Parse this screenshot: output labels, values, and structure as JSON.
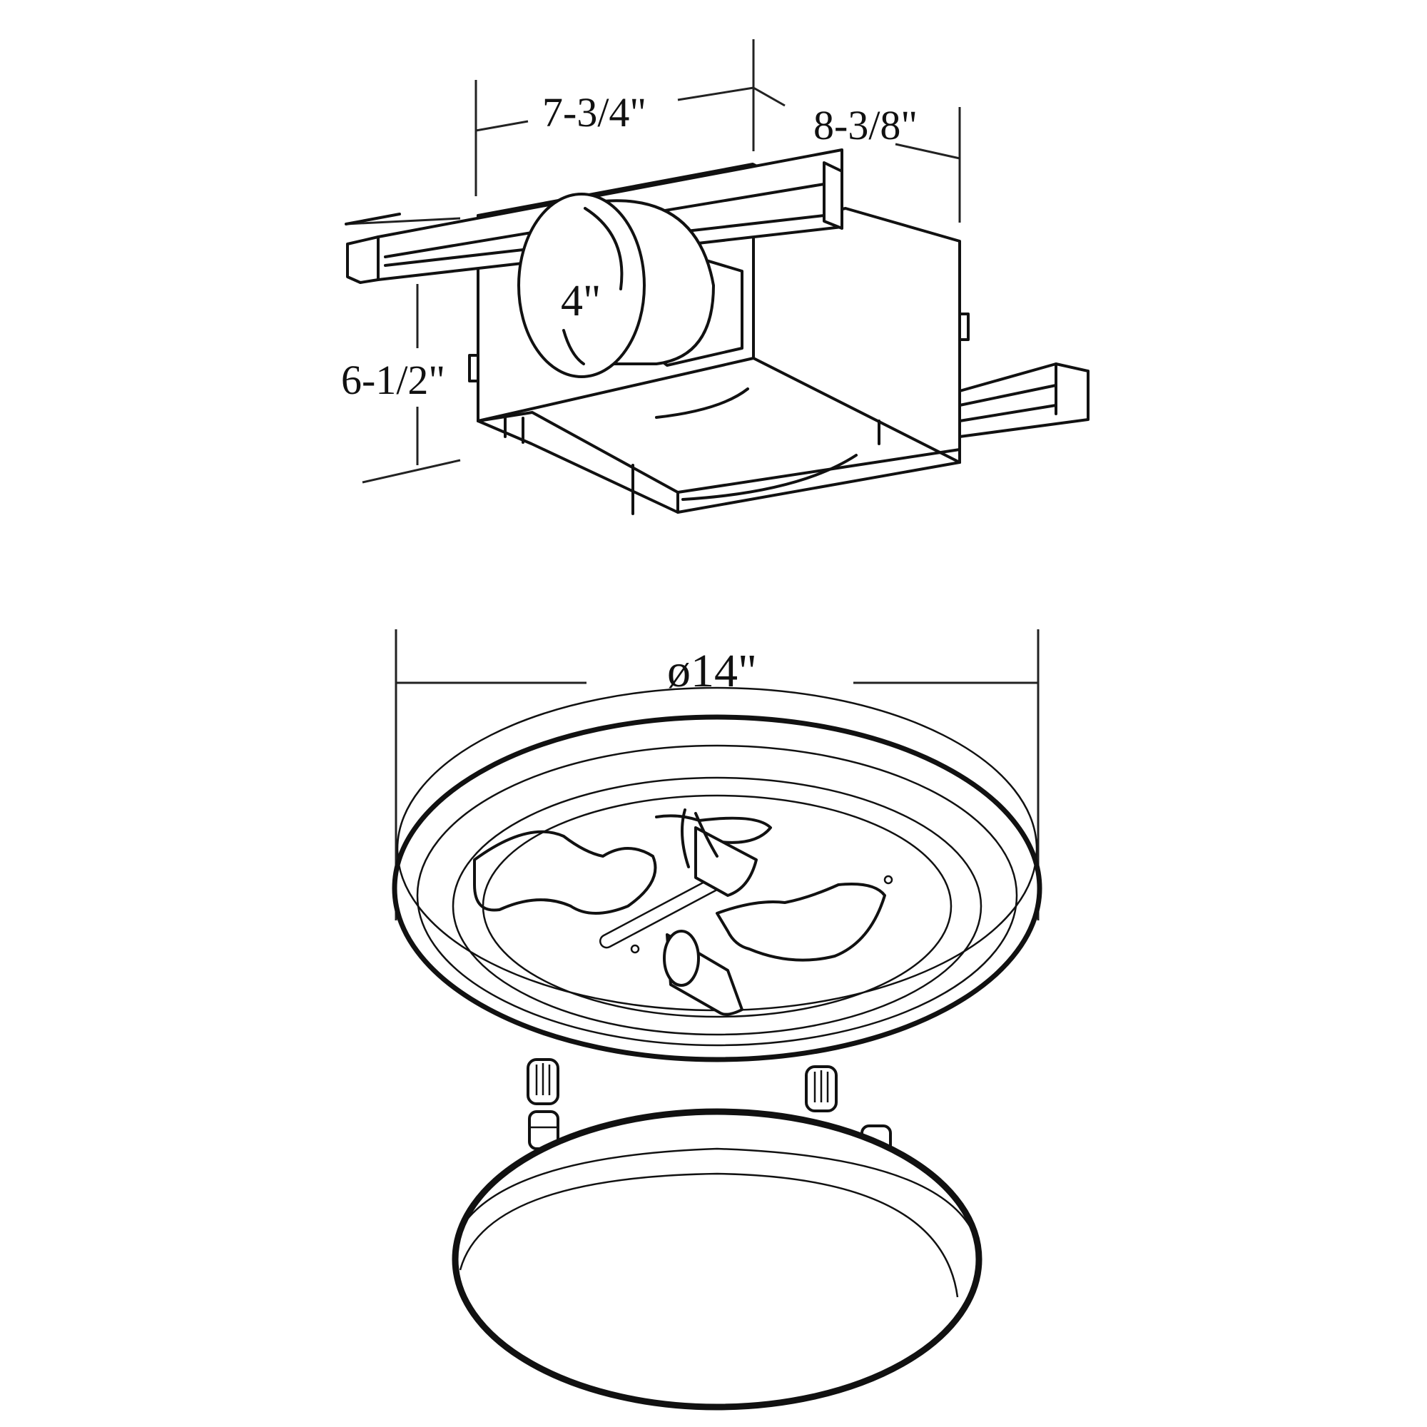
{
  "diagram": {
    "title": "Recessed fan housing with 14in round light grille - dimension drawing",
    "housing": {
      "width_label": "7-3/4\"",
      "depth_label": "8-3/8\"",
      "height_label": "6-1/2\"",
      "duct_label": "4\""
    },
    "grille": {
      "diameter_label": "ø14\""
    },
    "parts": [
      {
        "name": "housing-box"
      },
      {
        "name": "mounting-bar-left"
      },
      {
        "name": "mounting-bar-right"
      },
      {
        "name": "duct-collar"
      },
      {
        "name": "grille-plate"
      },
      {
        "name": "lamp-socket-upper"
      },
      {
        "name": "lamp-socket-lower"
      },
      {
        "name": "knob-nut-left"
      },
      {
        "name": "knob-nut-right"
      },
      {
        "name": "lens-cover"
      }
    ],
    "colors": {
      "line": "#111111",
      "background": "#ffffff"
    }
  }
}
